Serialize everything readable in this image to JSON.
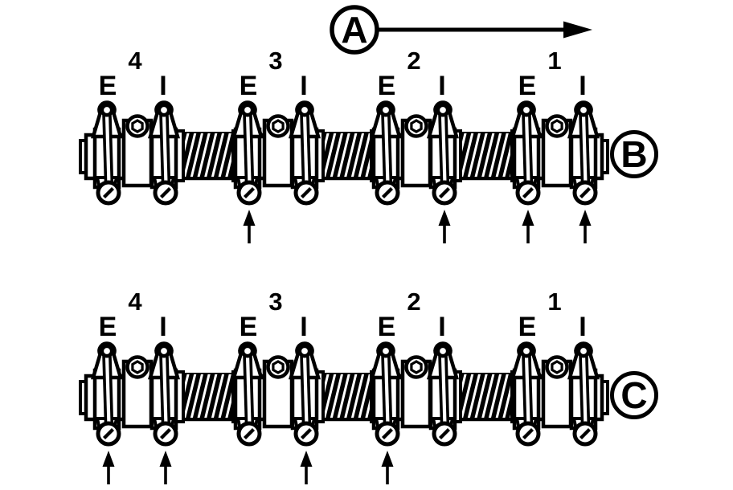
{
  "page": {
    "paper_color": "#ffffff",
    "ink_color": "#000000"
  },
  "diagram": {
    "direction_indicator": {
      "label": "A"
    },
    "views": [
      {
        "label": "B",
        "cylinders": [
          {
            "number": "4",
            "valves": [
              {
                "label": "E",
                "adjust_arrow": false
              },
              {
                "label": "I",
                "adjust_arrow": false
              }
            ]
          },
          {
            "number": "3",
            "valves": [
              {
                "label": "E",
                "adjust_arrow": true
              },
              {
                "label": "I",
                "adjust_arrow": false
              }
            ]
          },
          {
            "number": "2",
            "valves": [
              {
                "label": "E",
                "adjust_arrow": false
              },
              {
                "label": "I",
                "adjust_arrow": true
              }
            ]
          },
          {
            "number": "1",
            "valves": [
              {
                "label": "E",
                "adjust_arrow": true
              },
              {
                "label": "I",
                "adjust_arrow": true
              }
            ]
          }
        ]
      },
      {
        "label": "C",
        "cylinders": [
          {
            "number": "4",
            "valves": [
              {
                "label": "E",
                "adjust_arrow": true
              },
              {
                "label": "I",
                "adjust_arrow": true
              }
            ]
          },
          {
            "number": "3",
            "valves": [
              {
                "label": "E",
                "adjust_arrow": false
              },
              {
                "label": "I",
                "adjust_arrow": true
              }
            ]
          },
          {
            "number": "2",
            "valves": [
              {
                "label": "E",
                "adjust_arrow": true
              },
              {
                "label": "I",
                "adjust_arrow": false
              }
            ]
          },
          {
            "number": "1",
            "valves": [
              {
                "label": "E",
                "adjust_arrow": false
              },
              {
                "label": "I",
                "adjust_arrow": false
              }
            ]
          }
        ]
      }
    ]
  }
}
